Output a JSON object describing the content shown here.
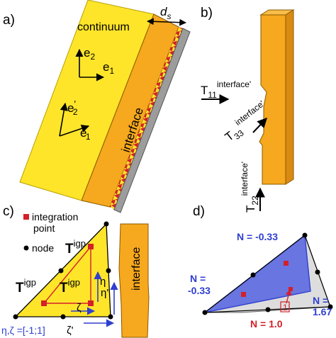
{
  "panels": {
    "a": {
      "label": "a)",
      "continuum_label": "continuum",
      "interface_label": "interface",
      "thickness_symbol": "d",
      "thickness_subscript": "s",
      "basis": {
        "e2": "e",
        "e2_sub": "2",
        "e1": "e",
        "e1_sub": "1"
      },
      "rotated_basis": {
        "e2": "e",
        "e2_prime": "′",
        "e2_sub": "2",
        "e1": "e",
        "e1_prime": "′",
        "e1_sub": "1"
      }
    },
    "b": {
      "label": "b)",
      "t11": "T",
      "t11_sub": "11",
      "t11_sup": "interface'",
      "t33": "T",
      "t33_sub": "33",
      "t33_sup": "interface'",
      "t22": "T",
      "t22_sub": "22",
      "t22_sup": "interface'"
    },
    "c": {
      "label": "c)",
      "legend_ip_line1": "integration",
      "legend_ip_line2": "point",
      "legend_node": "node",
      "t_symbol": "T",
      "t_sup": "igp",
      "eta": "η",
      "eta_prime": "η'",
      "zeta": "ζ",
      "zeta_prime": "ζ'",
      "range_text": "η,ζ =[-1;1]",
      "interface_label": "interface"
    },
    "d": {
      "label": "d)",
      "n_top": "N = -0.33",
      "n_left_line1": "N =",
      "n_left_line2": "-0.33",
      "n_right_line1": "N =",
      "n_right_line2": "1.67",
      "n_bottom": "N = 1.0",
      "node_box": "1"
    }
  },
  "colors": {
    "yellow": "#FFE52A",
    "orange": "#F6A81E",
    "orange_dark": "#E8951A",
    "red": "#D3202A",
    "blue": "#2F3FD0",
    "blue_fill": "#5563E0",
    "gray": "#9C9C9C"
  }
}
